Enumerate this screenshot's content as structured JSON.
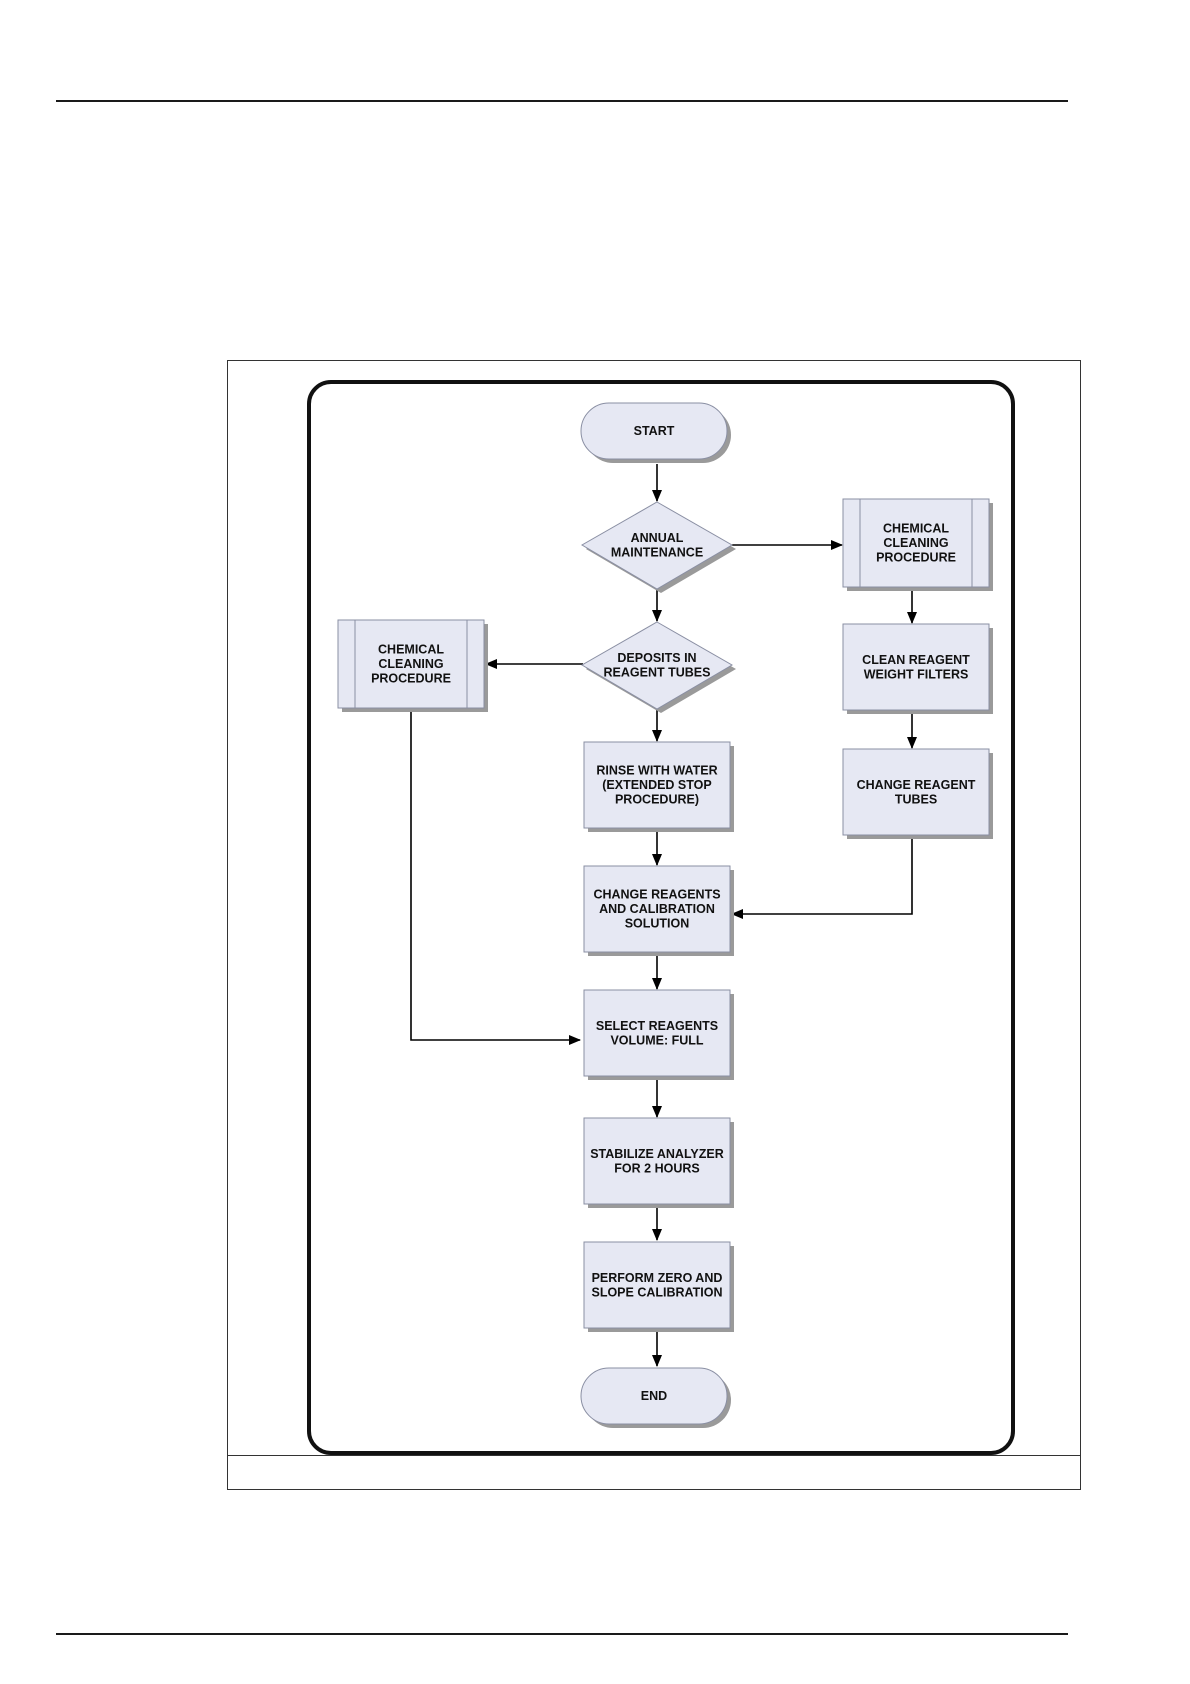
{
  "page": {
    "caption": ""
  },
  "flowchart": {
    "nodes": {
      "start": [
        "START"
      ],
      "annual": [
        "ANNUAL",
        "MAINTENANCE"
      ],
      "chem_right": [
        "CHEMICAL",
        "CLEANING",
        "PROCEDURE"
      ],
      "deposits": [
        "DEPOSITS IN",
        "REAGENT TUBES"
      ],
      "chem_left": [
        "CHEMICAL",
        "CLEANING",
        "PROCEDURE"
      ],
      "clean_filters": [
        "CLEAN REAGENT",
        "WEIGHT FILTERS"
      ],
      "rinse": [
        "RINSE WITH WATER",
        "(EXTENDED STOP",
        "PROCEDURE)"
      ],
      "change_tubes": [
        "CHANGE REAGENT",
        "TUBES"
      ],
      "change_reagents": [
        "CHANGE REAGENTS",
        "AND CALIBRATION",
        "SOLUTION"
      ],
      "select_volume": [
        "SELECT REAGENTS",
        "VOLUME: FULL"
      ],
      "stabilize": [
        "STABILIZE ANALYZER",
        "FOR 2 HOURS"
      ],
      "calibrate": [
        "PERFORM ZERO AND",
        "SLOPE CALIBRATION"
      ],
      "end": [
        "END"
      ]
    },
    "colors": {
      "fill": "#e6e8f3",
      "stroke": "#8a8fa3",
      "shadow": "#9a9a9a",
      "arrow": "#000000",
      "border": "#111111"
    }
  }
}
